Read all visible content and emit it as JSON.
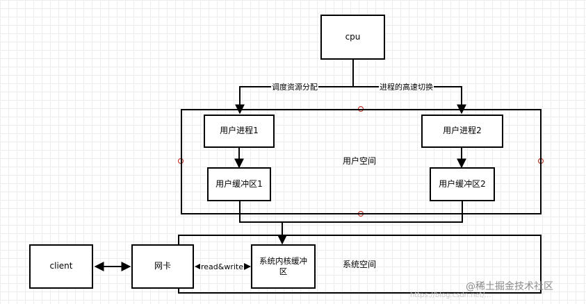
{
  "nodes": {
    "cpu": "cpu",
    "user_process_1": "用户进程1",
    "user_process_2": "用户进程2",
    "user_buffer_1": "用户缓冲区1",
    "user_buffer_2": "用户缓冲区2",
    "client": "client",
    "nic": "网卡",
    "kernel_buffer": "系统内核缓冲区"
  },
  "regions": {
    "user_space": "用户空间",
    "system_space": "系统空间"
  },
  "edges": {
    "schedule_alloc": "调度资源分配",
    "process_switch": "进程的高速切换",
    "read_write": "read&write"
  },
  "watermark": {
    "text": "@稀土掘金技术社区",
    "url": "https://blog.csdn.net/..."
  }
}
